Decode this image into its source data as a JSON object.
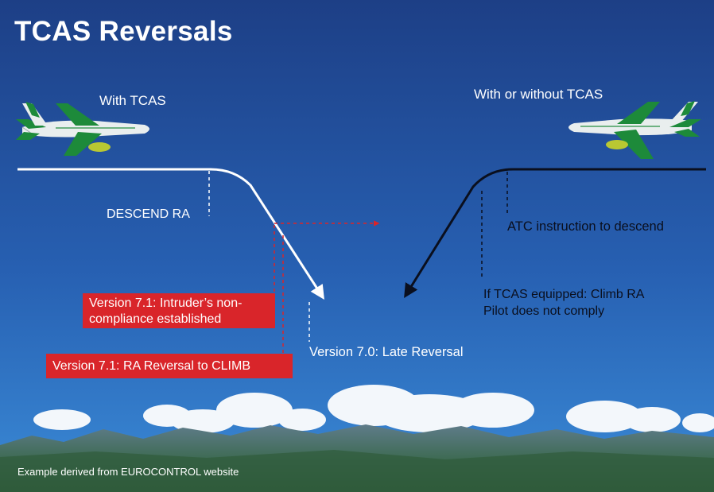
{
  "title": "TCAS Reversals",
  "left_aircraft": {
    "label": "With TCAS",
    "rule_text": "DESCEND RA"
  },
  "right_aircraft": {
    "label": "With or without TCAS",
    "atc_text": "ATC instruction to descend",
    "tcas_line1": "If TCAS equipped: Climb RA",
    "tcas_line2": "Pilot does not comply"
  },
  "callouts": {
    "noncompliance_line1": "Version 7.1: Intruder’s non-",
    "noncompliance_line2": "compliance established",
    "reversal": "Version 7.1: RA Reversal to CLIMB",
    "late_reversal": "Version 7.0: Late Reversal"
  },
  "footer": "Example derived from EUROCONTROL website",
  "colors": {
    "sky_top": "#1d3f86",
    "sky_bottom": "#2f7fcf",
    "callout_red": "#d9252a",
    "path_white": "#ffffff",
    "path_black": "#0a0f1e"
  },
  "icons": [
    "airliner-icon-left",
    "airliner-icon-right",
    "mountains-icon",
    "clouds-icon"
  ]
}
